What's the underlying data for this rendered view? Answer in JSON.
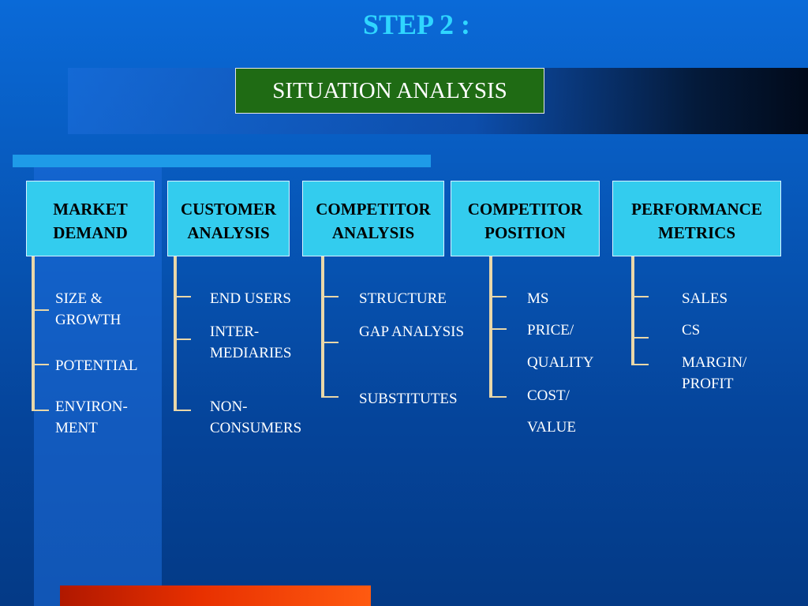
{
  "title": "STEP 2 :",
  "subtitle": "SITUATION ANALYSIS",
  "columns": [
    {
      "heading": [
        "MARKET",
        "DEMAND"
      ],
      "items": [
        [
          "SIZE &",
          "GROWTH"
        ],
        [
          "POTENTIAL"
        ],
        [
          "ENVIRON-",
          "MENT"
        ]
      ]
    },
    {
      "heading": [
        "CUSTOMER",
        "ANALYSIS"
      ],
      "items": [
        [
          "END USERS"
        ],
        [
          "INTER-",
          "MEDIARIES"
        ],
        [
          "NON-",
          "CONSUMERS"
        ]
      ]
    },
    {
      "heading": [
        "COMPETITOR",
        "ANALYSIS"
      ],
      "items": [
        [
          "STRUCTURE"
        ],
        [
          "GAP ANALYSIS"
        ],
        [
          "SUBSTITUTES"
        ]
      ]
    },
    {
      "heading": [
        "COMPETITOR",
        "POSITION"
      ],
      "items": [
        [
          "MS"
        ],
        [
          "PRICE/"
        ],
        [
          "QUALITY"
        ],
        [
          "COST/"
        ],
        [
          "VALUE"
        ]
      ]
    },
    {
      "heading": [
        "PERFORMANCE",
        "METRICS"
      ],
      "items": [
        [
          "SALES"
        ],
        [
          "CS"
        ],
        [
          "MARGIN/",
          "PROFIT"
        ]
      ]
    }
  ],
  "colors": {
    "title": "#2fd6ff",
    "subtitle_box": "#1f6b14",
    "category_box": "#33ccee",
    "connector": "#e9d7a8",
    "bottom_bar": "#e83000"
  }
}
